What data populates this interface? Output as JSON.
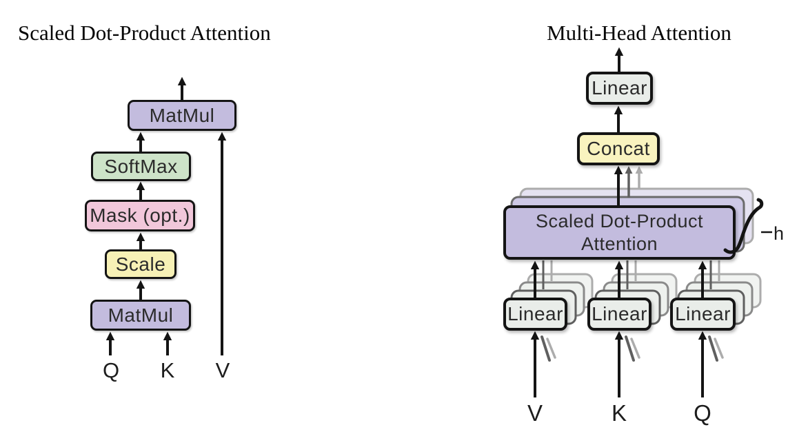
{
  "colors": {
    "ink": "#141414",
    "text": "#2b2b2b",
    "purple": "#C3BCDE",
    "purple-echo2": "#CEC9E6",
    "purple-echo3": "#E5E2F1",
    "green": "#CDE3C8",
    "pink": "#F1C7DA",
    "yellow": "#F7F1B6",
    "yellow-concat": "#F9F3BF",
    "graybox": "#E9EDE9",
    "sheet2": "#ECEFEC",
    "sheet3": "#EEF1EE",
    "sheet4": "#F1F3F1",
    "echo-dark": "#5F5F5F",
    "echo-mid": "#8A8A8A",
    "echo-light": "#ACACAC"
  },
  "left": {
    "title": "Scaled Dot-Product Attention",
    "boxes": {
      "matmul_top": "MatMul",
      "softmax": "SoftMax",
      "mask": "Mask (opt.)",
      "scale": "Scale",
      "matmul_bottom": "MatMul"
    },
    "inputs": {
      "q": "Q",
      "k": "K",
      "v": "V"
    }
  },
  "right": {
    "title": "Multi-Head Attention",
    "boxes": {
      "linear_top": "Linear",
      "concat": "Concat",
      "sdpa_line1": "Scaled Dot-Product",
      "sdpa_line2": "Attention",
      "linear_v": "Linear",
      "linear_k": "Linear",
      "linear_q": "Linear"
    },
    "inputs": {
      "v": "V",
      "k": "K",
      "q": "Q"
    },
    "head_label": "h"
  }
}
